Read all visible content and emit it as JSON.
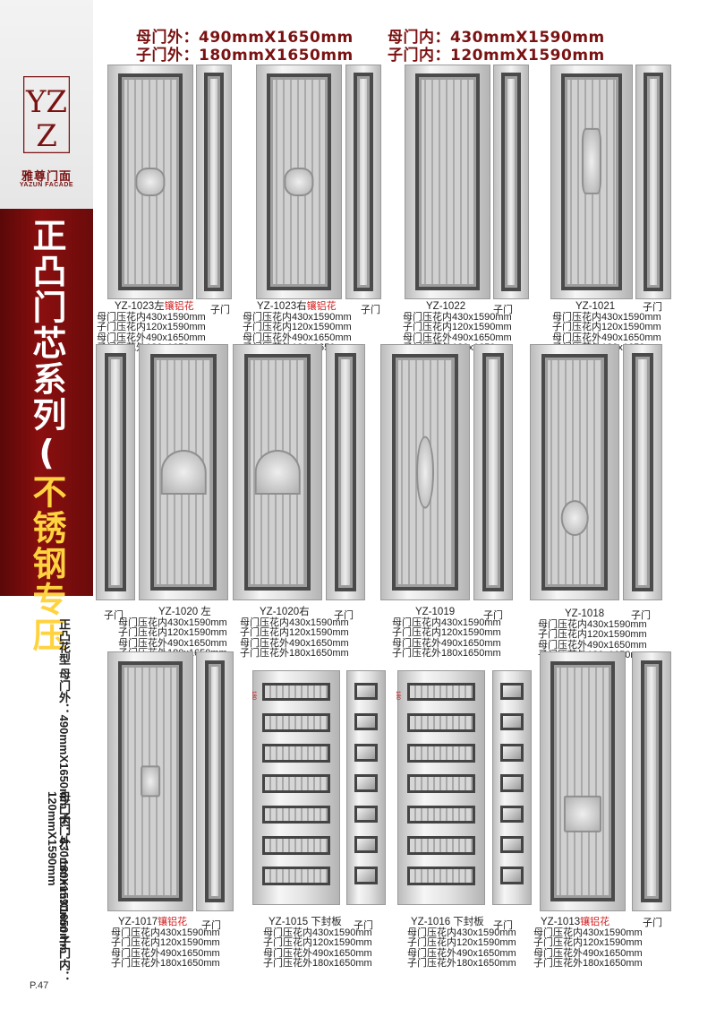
{
  "brand": {
    "logo_text": "YZ",
    "name_cn": "雅尊门面",
    "name_en": "YAZUN FACADE"
  },
  "series_title": {
    "part1": "正凸门芯系列(",
    "part2": "不锈钢专压",
    "part3": ")"
  },
  "side_spec1": {
    "col1": "正凸花型",
    "col2": "母门外：490mmX1650mm",
    "col3": "子门外：180mmX1650mm"
  },
  "side_spec2": {
    "col1": "母门内：430mmX1590mm",
    "col2": "子门内：120mmX1590mm"
  },
  "header": {
    "mother_outer": "母门外：490mmX1650mm",
    "child_outer": "子门外：180mmX1650mm",
    "mother_inner": "母门内：430mmX1590mm",
    "child_inner": "子门内：120mmX1590mm"
  },
  "sub_door_label": "子门",
  "spec_lines": [
    "母门压花内430x1590mm",
    "子门压花内120x1590mm",
    "母门压花外490x1650mm",
    "子门压花外180x1650mm"
  ],
  "mark_180": "180",
  "products": [
    {
      "code": "YZ-1023左",
      "tag": "镶铝花"
    },
    {
      "code": "YZ-1023右",
      "tag": "镶铝花"
    },
    {
      "code": "YZ-1022",
      "tag": ""
    },
    {
      "code": "YZ-1021",
      "tag": ""
    },
    {
      "code": "YZ-1020 左",
      "tag": ""
    },
    {
      "code": "YZ-1020右",
      "tag": ""
    },
    {
      "code": "YZ-1019",
      "tag": ""
    },
    {
      "code": "YZ-1018",
      "tag": ""
    },
    {
      "code": "YZ-1017",
      "tag": "镶铝花"
    },
    {
      "code": "YZ-1015 下封板",
      "tag": ""
    },
    {
      "code": "YZ-1016 下封板",
      "tag": ""
    },
    {
      "code": "YZ-1013",
      "tag": "镶铝花"
    }
  ],
  "page_number": "P.47",
  "colors": {
    "brand_red": "#7a1212",
    "band_red": "#8a0f0f",
    "title_yellow": "#ffd23f",
    "tag_red": "#d21f1f"
  }
}
